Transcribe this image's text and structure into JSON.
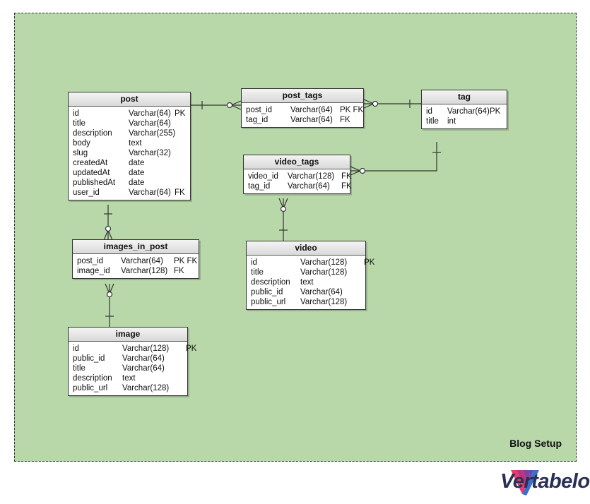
{
  "area": {
    "label": "Blog Setup"
  },
  "brand": {
    "name": "Vertabelo"
  },
  "tables": {
    "post": {
      "title": "post",
      "rows": [
        [
          "id",
          "Varchar(64)",
          "PK"
        ],
        [
          "title",
          "Varchar(64)",
          ""
        ],
        [
          "description",
          "Varchar(255)",
          ""
        ],
        [
          "body",
          "text",
          ""
        ],
        [
          "slug",
          "Varchar(32)",
          ""
        ],
        [
          "createdAt",
          "date",
          ""
        ],
        [
          "updatedAt",
          "date",
          ""
        ],
        [
          "publishedAt",
          "date",
          ""
        ],
        [
          "user_id",
          "Varchar(64)",
          "FK"
        ]
      ]
    },
    "post_tags": {
      "title": "post_tags",
      "rows": [
        [
          "post_id",
          "Varchar(64)",
          "PK FK"
        ],
        [
          "tag_id",
          "Varchar(64)",
          "FK"
        ]
      ]
    },
    "tag": {
      "title": "tag",
      "rows": [
        [
          "id",
          "Varchar(64)",
          "PK"
        ],
        [
          "title",
          "int",
          ""
        ]
      ]
    },
    "video_tags": {
      "title": "video_tags",
      "rows": [
        [
          "video_id",
          "Varchar(128)",
          "FK"
        ],
        [
          "tag_id",
          "Varchar(64)",
          "FK"
        ]
      ]
    },
    "images_in_post": {
      "title": "images_in_post",
      "rows": [
        [
          "post_id",
          "Varchar(64)",
          "PK FK"
        ],
        [
          "image_id",
          "Varchar(128)",
          "FK"
        ]
      ]
    },
    "video": {
      "title": "video",
      "rows": [
        [
          "id",
          "Varchar(128)",
          "PK"
        ],
        [
          "title",
          "Varchar(128)",
          ""
        ],
        [
          "description",
          "text",
          ""
        ],
        [
          "public_id",
          "Varchar(64)",
          ""
        ],
        [
          "public_url",
          "Varchar(128)",
          ""
        ]
      ]
    },
    "image": {
      "title": "image",
      "rows": [
        [
          "id",
          "Varchar(128)",
          "PK"
        ],
        [
          "public_id",
          "Varchar(64)",
          ""
        ],
        [
          "title",
          "Varchar(64)",
          ""
        ],
        [
          "description",
          "text",
          ""
        ],
        [
          "public_url",
          "Varchar(128)",
          ""
        ]
      ]
    }
  }
}
